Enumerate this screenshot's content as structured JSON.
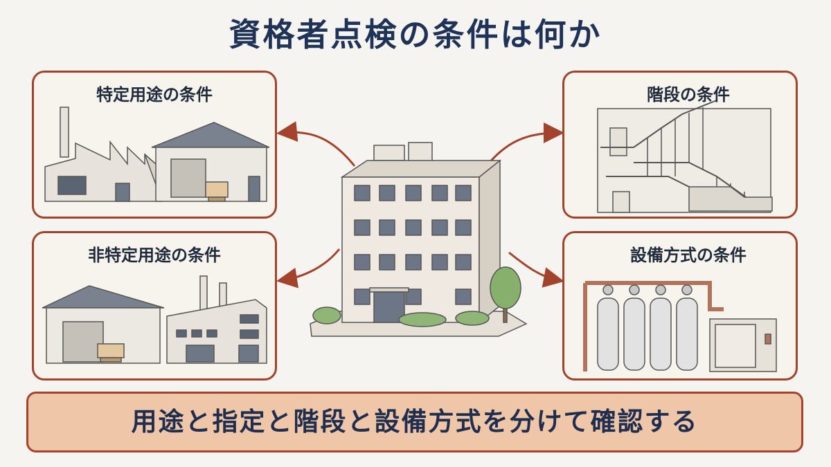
{
  "title": "資格者点検の条件は何か",
  "cards": {
    "top_left": {
      "label": "特定用途の条件",
      "icon": "factory-warehouse-illustration"
    },
    "bottom_left": {
      "label": "非特定用途の条件",
      "icon": "warehouse-factory-illustration"
    },
    "top_right": {
      "label": "階段の条件",
      "icon": "staircase-illustration"
    },
    "bottom_right": {
      "label": "設備方式の条件",
      "icon": "gas-cylinder-system-illustration"
    }
  },
  "center": {
    "icon": "office-building-illustration"
  },
  "bottom": {
    "text": "用途と指定と階段と設備方式を分けて確認する"
  },
  "colors": {
    "accent": "#a3432c",
    "title": "#1f3358",
    "banner": "#efc7a8",
    "background": "#f6f4f0"
  }
}
